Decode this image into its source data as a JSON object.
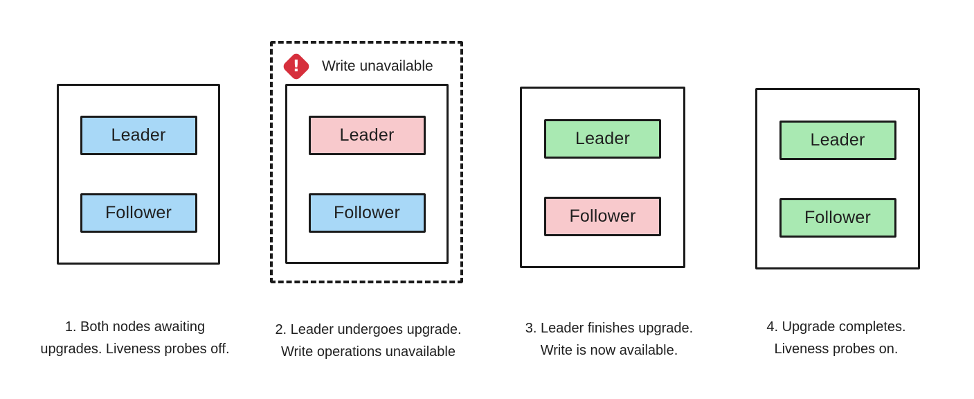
{
  "colors": {
    "node_waiting": "#a8d8f7",
    "node_unavailable": "#f8c9cc",
    "node_ready": "#a9e9b2",
    "alert": "#d62f3c",
    "stroke": "#1a1a1a",
    "text": "#1f1f1f",
    "background": "#ffffff"
  },
  "warning": {
    "label": "Write unavailable",
    "icon_glyph": "!"
  },
  "panels": [
    {
      "id": 1,
      "caption": [
        "1. Both nodes awaiting",
        "upgrades. Liveness probes off."
      ],
      "nodes": [
        {
          "label": "Leader",
          "state": "waiting"
        },
        {
          "label": "Follower",
          "state": "waiting"
        }
      ]
    },
    {
      "id": 2,
      "caption": [
        "2. Leader undergoes upgrade.",
        "Write operations unavailable"
      ],
      "nodes": [
        {
          "label": "Leader",
          "state": "unavailable"
        },
        {
          "label": "Follower",
          "state": "waiting"
        }
      ]
    },
    {
      "id": 3,
      "caption": [
        "3. Leader finishes upgrade.",
        "Write is now available."
      ],
      "nodes": [
        {
          "label": "Leader",
          "state": "ready"
        },
        {
          "label": "Follower",
          "state": "unavailable"
        }
      ]
    },
    {
      "id": 4,
      "caption": [
        "4. Upgrade completes.",
        "Liveness probes on."
      ],
      "nodes": [
        {
          "label": "Leader",
          "state": "ready"
        },
        {
          "label": "Follower",
          "state": "ready"
        }
      ]
    }
  ]
}
